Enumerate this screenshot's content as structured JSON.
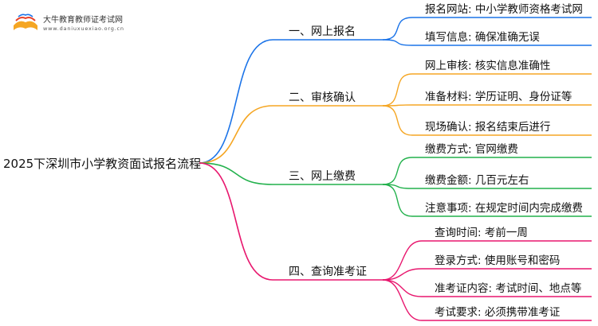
{
  "brand": {
    "name": "大牛教育教师证考试网",
    "url": "www.daniuxuexiao.org.cn"
  },
  "root": {
    "label": "2025下深圳市小学教资面试报名流程"
  },
  "branches": [
    {
      "label": "一、网上报名",
      "color": "#1a73e8",
      "children": [
        "报名网站: 中小学教师资格考试网",
        "填写信息: 确保准确无误"
      ]
    },
    {
      "label": "二、审核确认",
      "color": "#f5a623",
      "children": [
        "网上审核: 核实信息准确性",
        "准备材料: 学历证明、身份证等",
        "现场确认: 报名结束后进行"
      ]
    },
    {
      "label": "三、网上缴费",
      "color": "#22b14c",
      "children": [
        "缴费方式: 官网缴费",
        "缴费金额: 几百元左右",
        "注意事项: 在规定时间内完成缴费"
      ]
    },
    {
      "label": "四、查询准考证",
      "color": "#e8176e",
      "children": [
        "查询时间: 考前一周",
        "登录方式: 使用账号和密码",
        "准考证内容: 考试时间、地点等",
        "考试要求: 必须携带准考证"
      ]
    }
  ]
}
